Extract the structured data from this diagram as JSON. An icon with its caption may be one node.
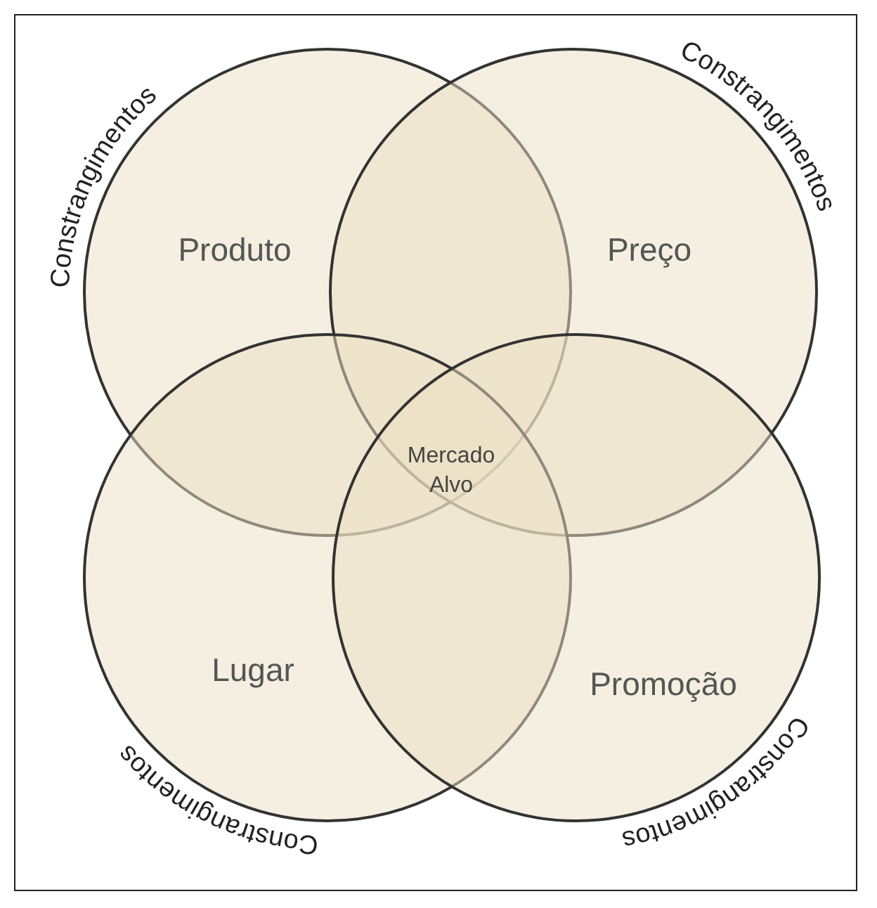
{
  "diagram": {
    "nodes": [
      {
        "text": [
          "Produto"
        ]
      },
      {
        "text": [
          "Preço"
        ]
      },
      {
        "text": [
          "Lugar"
        ]
      },
      {
        "text": [
          "Promoção"
        ]
      }
    ],
    "labels": [
      "Constrangimentos",
      "Constrangimentos",
      "Mercado Alvo",
      "Constrangimentos",
      "Constrangimentos"
    ]
  }
}
